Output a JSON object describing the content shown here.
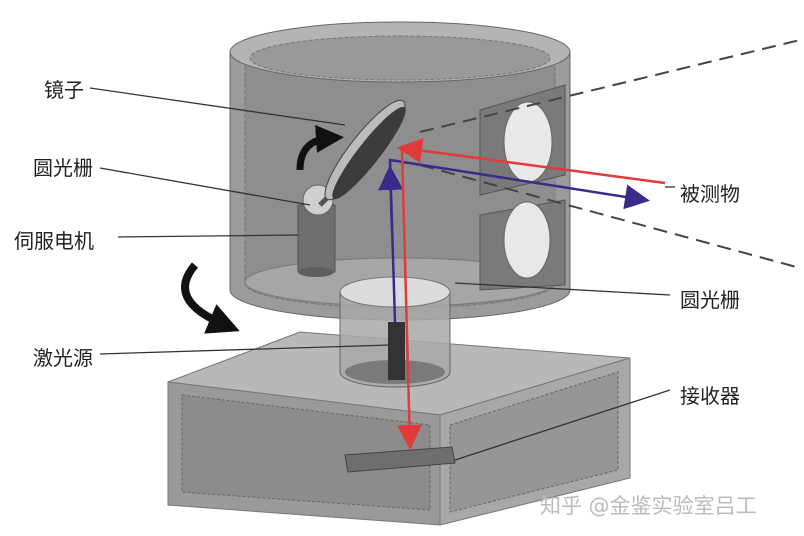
{
  "labels": {
    "mirror": "镜子",
    "grating_left": "圆光栅",
    "servo_motor": "伺服电机",
    "laser_source": "激光源",
    "target": "被测物",
    "grating_right": "圆光栅",
    "receiver": "接收器"
  },
  "watermark": "知乎 @金鉴实验室吕工",
  "colors": {
    "outgoing_beam": "#3a2a8a",
    "return_beam": "#e03a3a",
    "housing": "#8a8a8a"
  }
}
